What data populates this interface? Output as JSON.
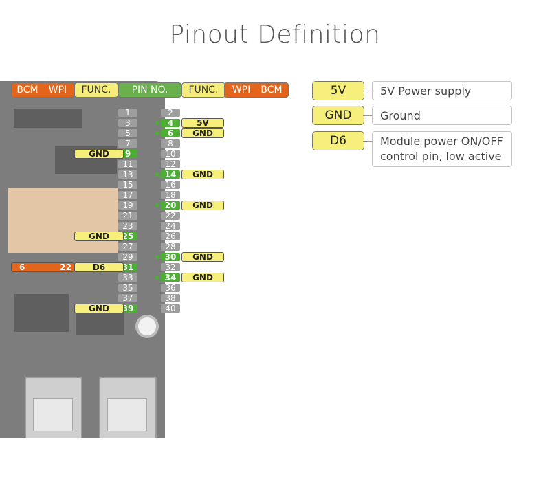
{
  "title": "Pinout Definition",
  "header": {
    "bcm": "BCM",
    "wpi": "WPI",
    "func": "FUNC.",
    "pin_no": "PIN NO."
  },
  "left_pins": [
    "1",
    "3",
    "5",
    "7",
    "9",
    "11",
    "13",
    "15",
    "17",
    "19",
    "21",
    "23",
    "25",
    "27",
    "29",
    "31",
    "33",
    "35",
    "37",
    "39"
  ],
  "right_pins": [
    "2",
    "4",
    "6",
    "8",
    "10",
    "12",
    "14",
    "16",
    "18",
    "20",
    "22",
    "24",
    "26",
    "28",
    "30",
    "32",
    "34",
    "36",
    "38",
    "40"
  ],
  "left_functions": [
    {
      "pin": "9",
      "func": "GND"
    },
    {
      "pin": "25",
      "func": "GND"
    },
    {
      "pin": "31",
      "func": "D6",
      "bcm": "6",
      "wpi": "22"
    },
    {
      "pin": "39",
      "func": "GND"
    }
  ],
  "right_functions": [
    {
      "pin": "4",
      "func": "5V"
    },
    {
      "pin": "6",
      "func": "GND"
    },
    {
      "pin": "14",
      "func": "GND"
    },
    {
      "pin": "20",
      "func": "GND"
    },
    {
      "pin": "30",
      "func": "GND"
    },
    {
      "pin": "34",
      "func": "GND"
    }
  ],
  "legend": [
    {
      "key": "5V",
      "desc": "5V Power supply"
    },
    {
      "key": "GND",
      "desc": "Ground"
    },
    {
      "key": "D6",
      "desc": "Module power ON/OFF control pin, low active"
    }
  ],
  "colors": {
    "bcm": "#e2651b",
    "func": "#f5ec7a",
    "pin_active": "#4caf34",
    "pin_idle": "#9e9e9e"
  }
}
